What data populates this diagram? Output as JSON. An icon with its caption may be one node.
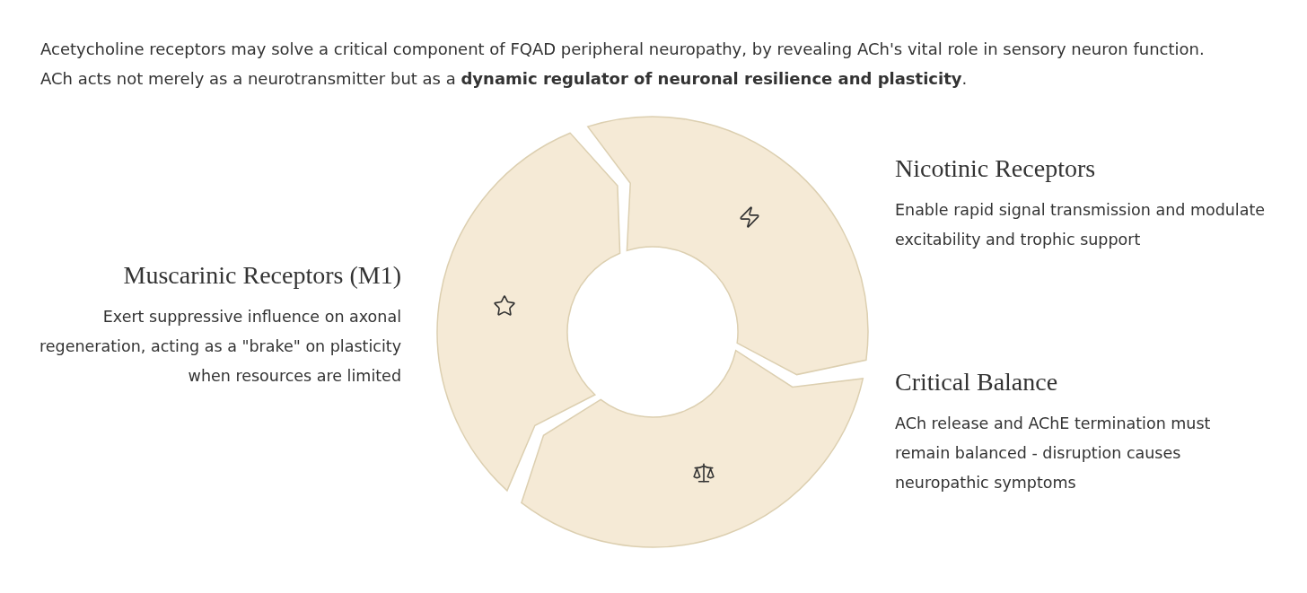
{
  "diagram": {
    "nodes": [
      {
        "text": [],
        "shape": "arc",
        "beside": [
          "Nicotinic Receptors",
          "Enable rapid signal transmission and modulate excitability and trophic support"
        ]
      },
      {
        "text": [],
        "shape": "arc",
        "beside": [
          "Critical Balance",
          "ACh release and AChE termination must remain balanced - disruption causes neuropathic symptoms"
        ]
      },
      {
        "text": [],
        "shape": "arc",
        "beside": [
          "Muscarinic Receptors (M1)",
          "Exert suppressive influence on axonal regeneration, acting as a \"brake\" on plasticity when resources are limited"
        ]
      }
    ],
    "labels": [
      "Acetycholine receptors may solve a critical component of FQAD peripheral neuropathy, by revealing ACh's vital role in sensory neuron function. ACh acts not merely as a neurotransmitter but as a **dynamic regulator of neuronal resilience and plasticity**."
    ]
  }
}
